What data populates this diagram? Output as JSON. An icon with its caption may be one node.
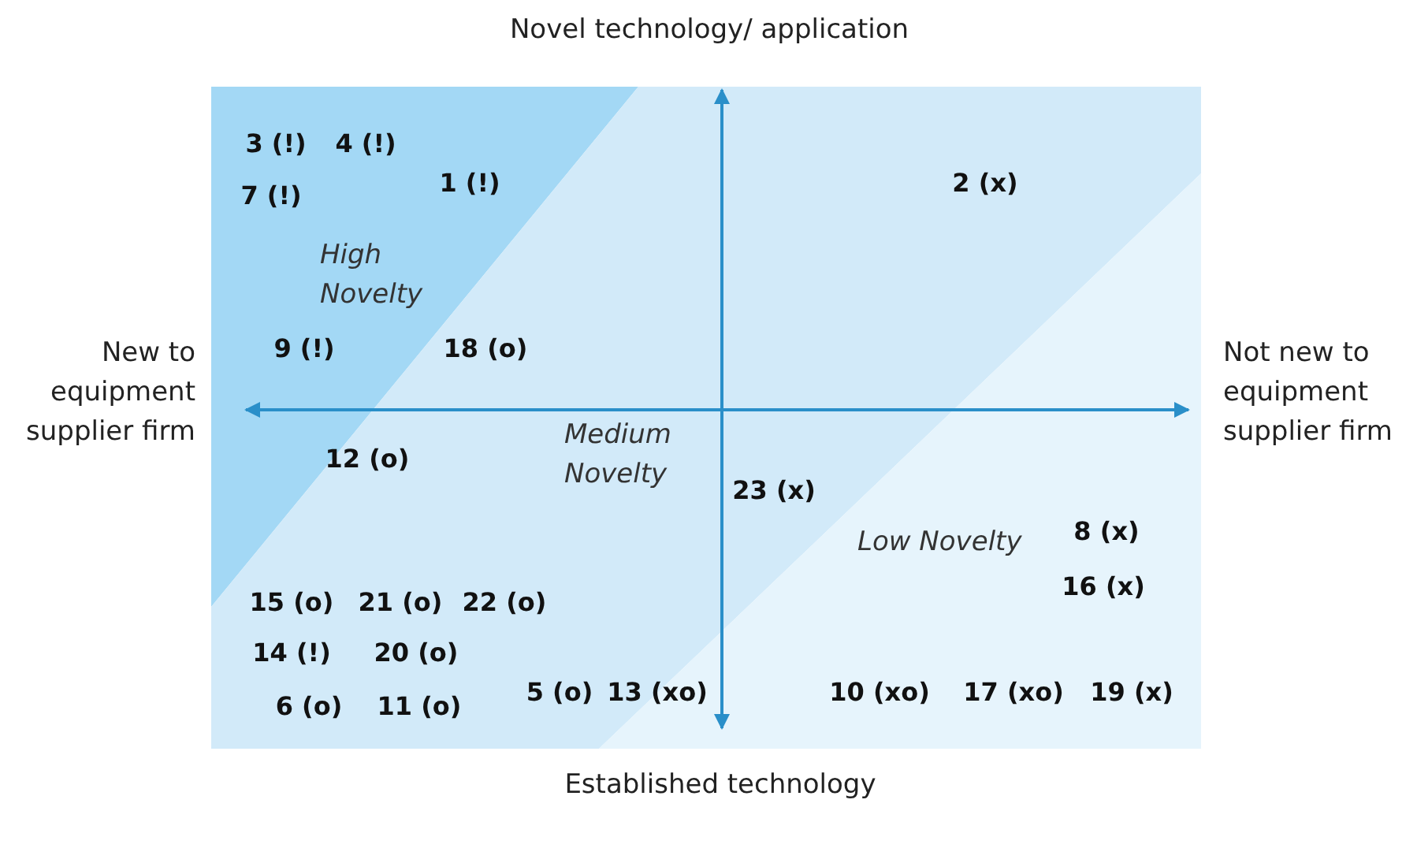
{
  "diagram": {
    "labels": [
      "Novel technology/ application",
      "3 (!)",
      "4 (!)",
      "7 (!)",
      "1 (!)",
      "2 (x)",
      "High Novelty",
      "New to equipment supplier firm",
      "Not new to equipment supplier firm",
      "9 (!)",
      "18 (o)",
      "12 (o)",
      "Medium Novelty",
      "23 (x)",
      "Low Novelty",
      "8 (x)",
      "16 (x)",
      "15 (o)",
      "21 (o)",
      "22 (o)",
      "14 (!)",
      "20 (o)",
      "5 (o)",
      "13 (xo)",
      "10 (xo)",
      "17 (xo)",
      "19 (x)",
      "6 (o)",
      "11 (o)",
      "Established technology"
    ]
  }
}
